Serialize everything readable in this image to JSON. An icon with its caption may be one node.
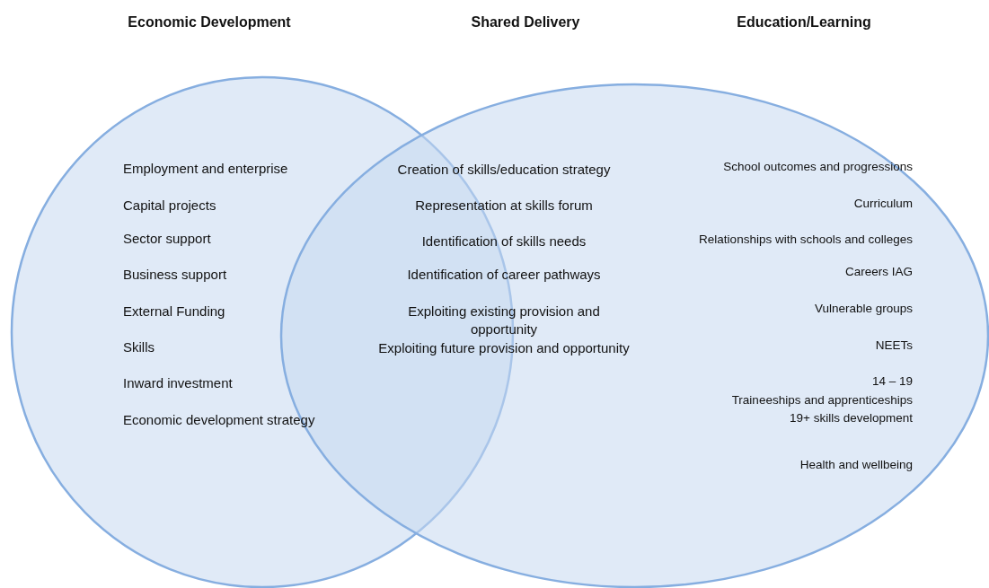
{
  "diagram": {
    "nodes": [
      {
        "text": [
          "Employment and enterprise",
          "Capital projects",
          "Sector support",
          "Business support",
          "External Funding",
          "Skills",
          "Inward investment",
          "Economic development strategy"
        ]
      },
      {
        "text": [
          "School outcomes and progressions",
          "Curriculum",
          "Relationships with schools and colleges",
          "Careers IAG",
          "Vulnerable groups",
          "NEETs",
          "14 – 19",
          "Traineeships and apprenticeships",
          "19+ skills development",
          "Health and wellbeing"
        ]
      }
    ],
    "edges": [],
    "labels": [
      "Economic Development",
      "Shared Delivery",
      "Education/Learning",
      "Creation of skills/education strategy",
      "Representation at skills forum",
      "Identification of skills needs",
      "Identification of career pathways",
      "Exploiting existing provision and opportunity",
      "Exploiting future provision and opportunity"
    ]
  }
}
